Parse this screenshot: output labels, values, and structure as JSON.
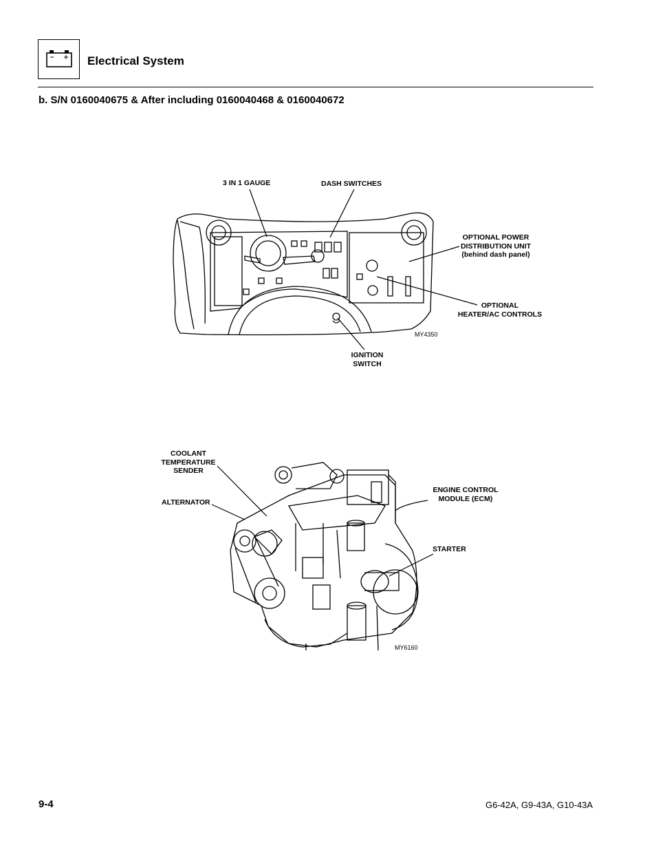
{
  "header": {
    "icon": "battery-icon",
    "section_title": "Electrical System"
  },
  "subheading": "b.   S/N 0160040675 & After including 0160040468 & 0160040672",
  "figure_dash": {
    "figure_id": "MY4350",
    "callouts": {
      "gauge": "3 IN 1 GAUGE",
      "dash_switches": "DASH SWITCHES",
      "pdu_line1": "OPTIONAL POWER",
      "pdu_line2": "DISTRIBUTION UNIT",
      "pdu_line3": "(behind dash panel)",
      "heater_line1": "OPTIONAL",
      "heater_line2": "HEATER/AC CONTROLS",
      "ignition_line1": "IGNITION",
      "ignition_line2": "SWITCH"
    }
  },
  "figure_engine": {
    "figure_id": "MY6160",
    "callouts": {
      "coolant_line1": "COOLANT",
      "coolant_line2": "TEMPERATURE",
      "coolant_line3": "SENDER",
      "alternator": "ALTERNATOR",
      "ecm_line1": "ENGINE CONTROL",
      "ecm_line2": "MODULE (ECM)",
      "starter": "STARTER"
    }
  },
  "footer": {
    "page_number": "9-4",
    "models": "G6-42A, G9-43A, G10-43A"
  }
}
